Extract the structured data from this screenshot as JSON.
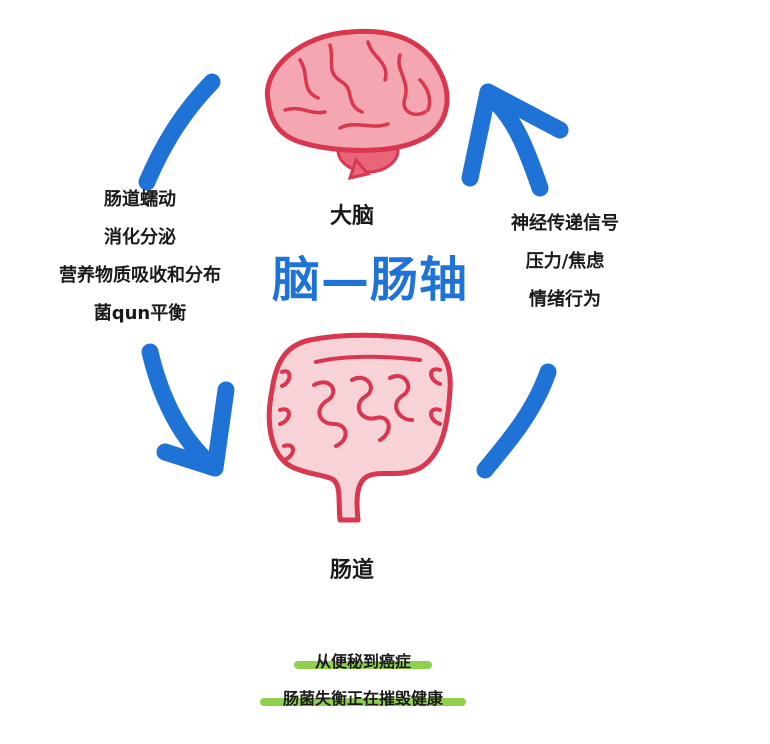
{
  "title": "脑—肠轴",
  "organs": {
    "brain_label": "大脑",
    "gut_label": "肠道"
  },
  "left_list": [
    "肠道蠕动",
    "消化分泌",
    "营养物质吸收和分布",
    "菌qun平衡"
  ],
  "right_list": [
    "神经传递信号",
    "压力/焦虑",
    "情绪行为"
  ],
  "captions": [
    "从便秘到癌症",
    "肠菌失衡正在摧毁健康"
  ],
  "colors": {
    "arrow": "#1f73d6",
    "title": "#1f73d6",
    "organ_outline": "#d9364f",
    "brain_fill": "#f4a6b1",
    "gut_fill": "#f7d3d8",
    "highlight": "#8fd14f"
  },
  "icons": {
    "brain": "brain-icon",
    "gut": "intestine-icon"
  }
}
